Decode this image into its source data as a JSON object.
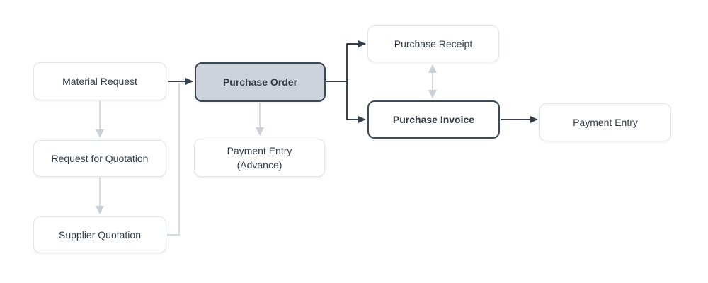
{
  "diagram": {
    "type": "flowchart",
    "subject": "Purchasing cycle",
    "nodes": {
      "material_request": {
        "label": "Material Request",
        "emphasis": false
      },
      "request_for_quotation": {
        "label": "Request for Quotation",
        "emphasis": false
      },
      "supplier_quotation": {
        "label": "Supplier Quotation",
        "emphasis": false
      },
      "purchase_order": {
        "label": "Purchase Order",
        "emphasis": true
      },
      "payment_entry_advance": {
        "label_line1": "Payment Entry",
        "label_line2": "(Advance)",
        "emphasis": false
      },
      "purchase_receipt": {
        "label": "Purchase Receipt",
        "emphasis": false
      },
      "purchase_invoice": {
        "label": "Purchase Invoice",
        "emphasis": true
      },
      "payment_entry": {
        "label": "Payment Entry",
        "emphasis": false
      }
    },
    "edges": [
      {
        "from": "Material Request",
        "to": "Purchase Order",
        "style": "dark",
        "direction": "forward"
      },
      {
        "from": "Material Request",
        "to": "Request for Quotation",
        "style": "light",
        "direction": "forward"
      },
      {
        "from": "Request for Quotation",
        "to": "Supplier Quotation",
        "style": "light",
        "direction": "forward"
      },
      {
        "from": "Supplier Quotation",
        "to": "Purchase Order",
        "style": "light",
        "direction": "merge"
      },
      {
        "from": "Purchase Order",
        "to": "Purchase Receipt",
        "style": "dark",
        "direction": "forward"
      },
      {
        "from": "Purchase Order",
        "to": "Purchase Invoice",
        "style": "dark",
        "direction": "forward"
      },
      {
        "from": "Purchase Order",
        "to": "Payment Entry (Advance)",
        "style": "light",
        "direction": "forward"
      },
      {
        "from": "Purchase Receipt",
        "to": "Purchase Invoice",
        "style": "light",
        "direction": "both"
      },
      {
        "from": "Purchase Invoice",
        "to": "Payment Entry",
        "style": "dark",
        "direction": "forward"
      }
    ],
    "colors": {
      "background": "#ffffff",
      "dark_line": "#36404d",
      "light_line": "#cbd1d8",
      "node_border": "#e1e4e9",
      "emphasis_fill": "#cdd3da",
      "emphasis_border": "#3d4957",
      "text": "#333c48"
    }
  }
}
